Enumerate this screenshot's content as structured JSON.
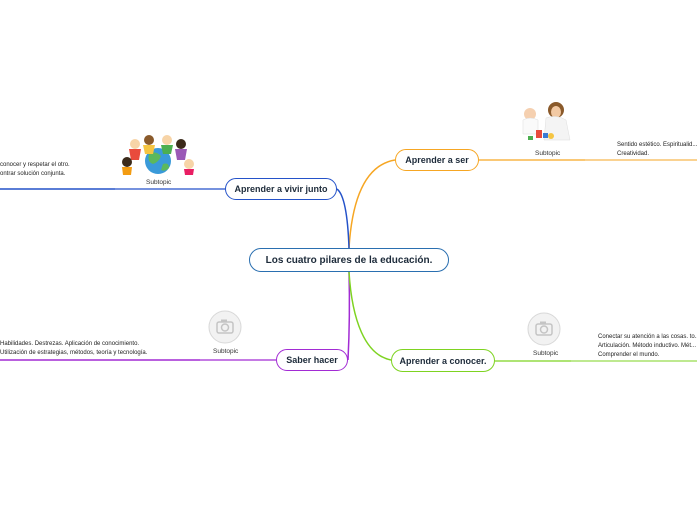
{
  "central": {
    "label": "Los cuatro pilares de la educación."
  },
  "branches": [
    {
      "label": "Aprender a ser",
      "color": "#f6a623",
      "subtopic": "Subtopic",
      "image": "child-and-mother-playing",
      "notes": [
        "Sentido estético. Espiritualid...",
        "Creatividad."
      ]
    },
    {
      "label": "Aprender a vivir junto",
      "color": "#2452c9",
      "subtopic": "Subtopic",
      "image": "children-around-globe",
      "notes": [
        "conocer y respetar el otro.",
        "ontrar solución conjunta."
      ]
    },
    {
      "label": "Saber hacer",
      "color": "#a22bd4",
      "subtopic": "Subtopic",
      "image": "camera-placeholder-icon",
      "notes": [
        "Habilidades. Destrezas. Aplicación de conocimiento.",
        "Utilización de estrategias, métodos, teoría y tecnología."
      ]
    },
    {
      "label": "Aprender a conocer.",
      "color": "#7ed321",
      "subtopic": "Subtopic",
      "image": "camera-placeholder-icon",
      "notes": [
        "Conectar su atención a las cosas. to...",
        "Articulación. Método inductivo. Mét...",
        "Comprender el mundo."
      ]
    }
  ]
}
